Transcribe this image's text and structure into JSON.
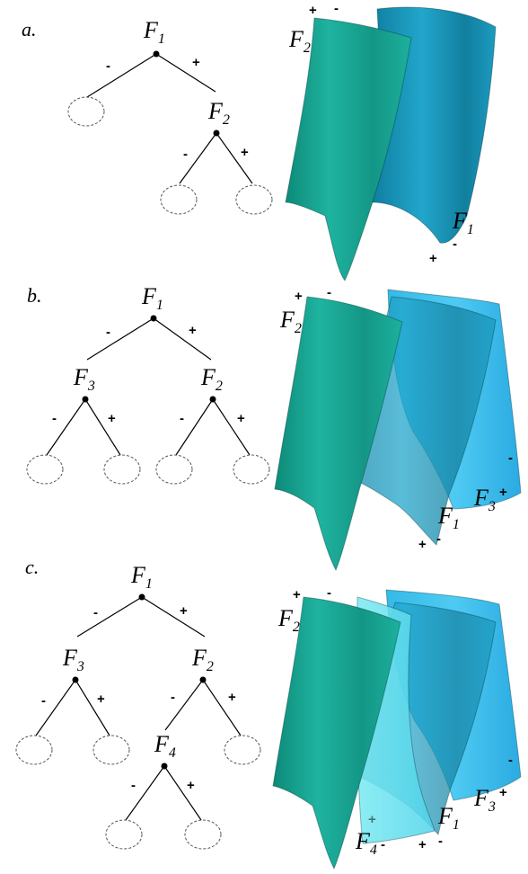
{
  "panels": {
    "a": {
      "label": "a.",
      "tree": {
        "root": "F",
        "root_sub": "1",
        "minus": "-",
        "plus": "+",
        "child": "F",
        "child_sub": "2"
      },
      "surfaces": {
        "f2": "F",
        "f2_sub": "2",
        "f1": "F",
        "f1_sub": "1",
        "plus": "+",
        "minus": "-"
      }
    },
    "b": {
      "label": "b.",
      "tree": {
        "root": "F",
        "root_sub": "1",
        "left": "F",
        "left_sub": "3",
        "right": "F",
        "right_sub": "2",
        "minus": "-",
        "plus": "+"
      },
      "surfaces": {
        "f2": "F",
        "f2_sub": "2",
        "f1": "F",
        "f1_sub": "1",
        "f3": "F",
        "f3_sub": "3",
        "plus": "+",
        "minus": "-"
      }
    },
    "c": {
      "label": "c.",
      "tree": {
        "root": "F",
        "root_sub": "1",
        "left": "F",
        "left_sub": "3",
        "right": "F",
        "right_sub": "2",
        "deep": "F",
        "deep_sub": "4",
        "minus": "-",
        "plus": "+"
      },
      "surfaces": {
        "f2": "F",
        "f2_sub": "2",
        "f1": "F",
        "f1_sub": "1",
        "f3": "F",
        "f3_sub": "3",
        "f4": "F",
        "f4_sub": "4",
        "plus": "+",
        "minus": "-"
      }
    }
  },
  "colors": {
    "teal_sheet": "#1aa392",
    "blue_sheet": "#1f9ec0",
    "light_blue_sheet": "#32c3f0",
    "cyan_sheet": "#5ee0f0"
  }
}
